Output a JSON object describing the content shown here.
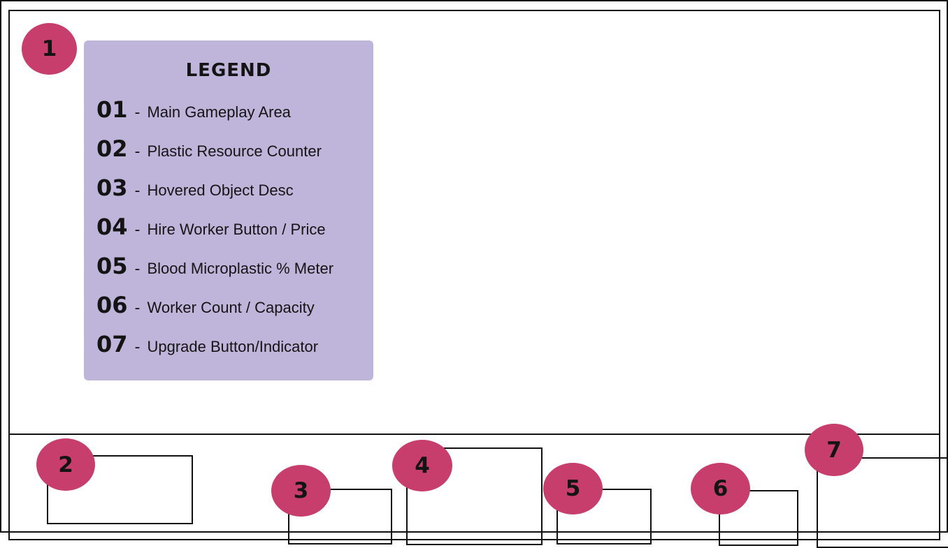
{
  "callouts": [
    "1",
    "2",
    "3",
    "4",
    "5",
    "6",
    "7"
  ],
  "legend": {
    "title": "LEGEND",
    "items": [
      {
        "num": "01",
        "dash": "-",
        "text": "Main Gameplay Area"
      },
      {
        "num": "02",
        "dash": "-",
        "text": "Plastic Resource Counter"
      },
      {
        "num": "03",
        "dash": "-",
        "text": "Hovered Object Desc"
      },
      {
        "num": "04",
        "dash": "-",
        "text": "Hire Worker Button / Price"
      },
      {
        "num": "05",
        "dash": "-",
        "text": "Blood Microplastic % Meter"
      },
      {
        "num": "06",
        "dash": "-",
        "text": "Worker Count / Capacity"
      },
      {
        "num": "07",
        "dash": "-",
        "text": "Upgrade Button/Indicator"
      }
    ]
  },
  "colors": {
    "badge": "#c73e6c",
    "legend_background": "#bfb5db",
    "stroke": "#111111"
  }
}
